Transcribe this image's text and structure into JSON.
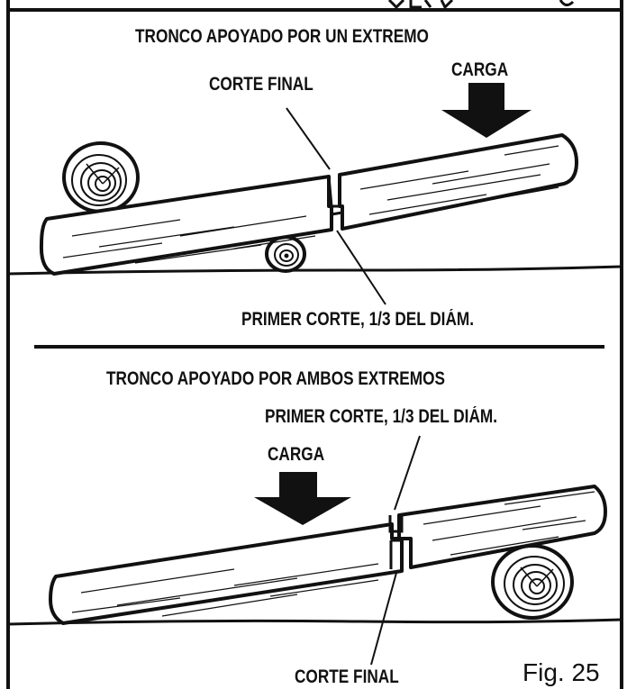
{
  "top_diagram": {
    "title": "TRONCO APOYADO POR UN EXTREMO",
    "load_label": "CARGA",
    "final_cut_label": "CORTE FINAL",
    "first_cut_label": "PRIMER CORTE, 1/3 DEL DIÁM."
  },
  "bottom_diagram": {
    "title": "TRONCO APOYADO POR AMBOS EXTREMOS",
    "first_cut_label": "PRIMER CORTE, 1/3 DEL DIÁM.",
    "load_label": "CARGA",
    "final_cut_label": "CORTE FINAL"
  },
  "figure_caption": "Fig. 25"
}
